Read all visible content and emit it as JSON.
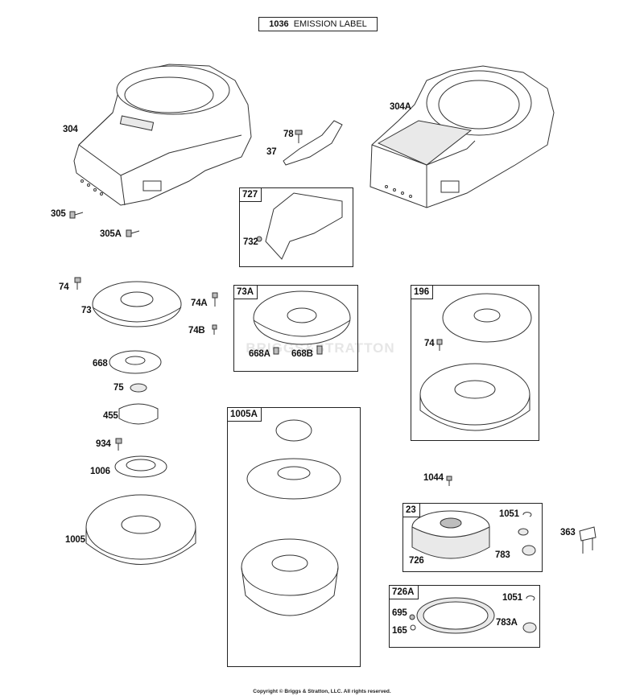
{
  "header": {
    "part_number": "1036",
    "part_text": "EMISSION LABEL"
  },
  "watermark": "BRIGGS&STRATTON",
  "footer": "Copyright © Briggs & Stratton, LLC. All rights reserved.",
  "labels": {
    "l304": "304",
    "l304a": "304A",
    "l78": "78",
    "l37": "37",
    "l305": "305",
    "l305a": "305A",
    "l732": "732",
    "l74": "74",
    "l73": "73",
    "l74a": "74A",
    "l74b": "74B",
    "l668a": "668A",
    "l668b": "668B",
    "l74r": "74",
    "l668": "668",
    "l75": "75",
    "l455": "455",
    "l934": "934",
    "l1006": "1006",
    "l1005": "1005",
    "l1044": "1044",
    "l1051": "1051",
    "l783": "783",
    "l726": "726",
    "l363": "363",
    "l695": "695",
    "l165": "165",
    "l1051b": "1051",
    "l783a": "783A"
  },
  "boxes": {
    "b727": "727",
    "b73a": "73A",
    "b196": "196",
    "b1005a": "1005A",
    "b23": "23",
    "b726a": "726A"
  },
  "colors": {
    "line": "#333333",
    "box": "#222222",
    "watermark": "#e6e6e6"
  },
  "icons": {
    "blower_housing": "blower-housing-icon",
    "flywheel_fan": "flywheel-fan-icon",
    "rotating_screen": "rotating-screen-icon",
    "screw": "screw-icon",
    "flywheel": "flywheel-icon",
    "ring_gear": "ring-gear-icon"
  }
}
